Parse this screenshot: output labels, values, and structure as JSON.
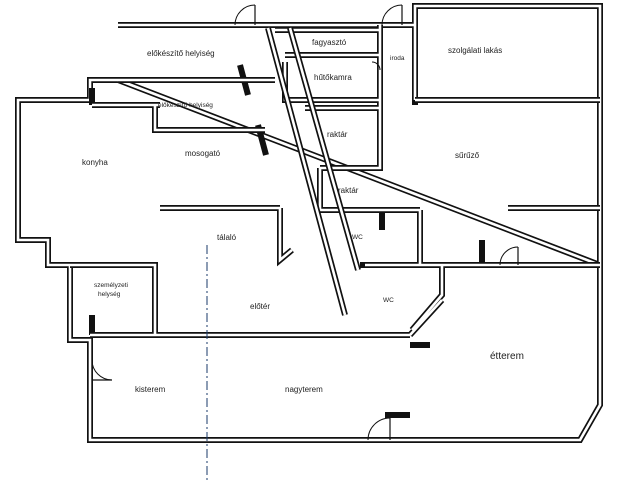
{
  "rooms": {
    "elokeszito_top": "előkészítő helyiség",
    "fagyaszto": "fagyasztó",
    "hutokamra": "hűtőkamra",
    "iroda": "iroda",
    "szolgalati_lakas": "szolgálati lakás",
    "elokeszito_mid": "előkészítő helyiség",
    "konyha": "konyha",
    "mosogato": "mosogató",
    "raktar_1": "raktár",
    "raktar_2": "raktár",
    "suruzo": "sűrűző",
    "talalo": "tálaló",
    "wc_1": "WC",
    "wc_2": "WC",
    "szemelyzeti": "személyzeti helység",
    "eloter": "előtér",
    "etterem": "étterem",
    "kisterem": "kisterem",
    "nagyterem": "nagyterem"
  }
}
